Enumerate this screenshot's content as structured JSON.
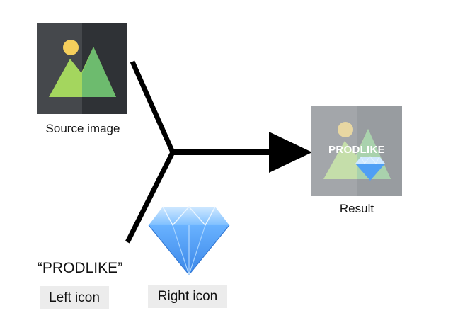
{
  "source": {
    "caption": "Source image",
    "icon": "image-placeholder-icon"
  },
  "result": {
    "caption": "Result",
    "overlay_text": "PRODLIKE",
    "icon": "image-placeholder-icon"
  },
  "left_input": {
    "text": "“PRODLIKE”",
    "label": "Left icon"
  },
  "right_input": {
    "icon": "diamond-icon",
    "label": "Right icon"
  },
  "colors": {
    "tile_dark": "#2f3236",
    "tile_dark_left": "#45484c",
    "mountain_left": "#a4d65e",
    "mountain_right": "#6dbb6e",
    "sun": "#f6cf5c",
    "result_bg": "#9ea2a6",
    "diamond": "#6fb6ff",
    "arrow": "#000000",
    "label_bg": "#ececec"
  }
}
